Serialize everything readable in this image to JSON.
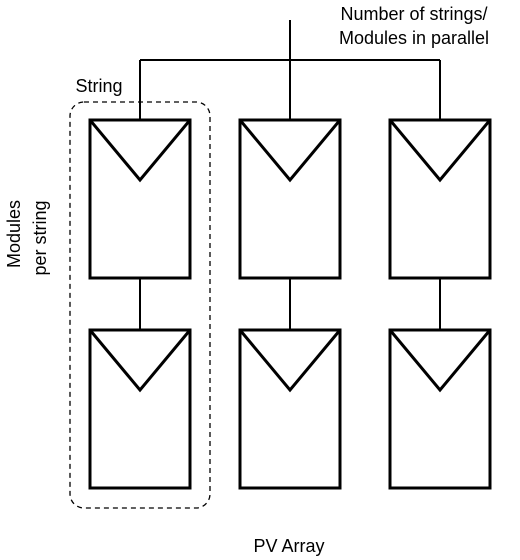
{
  "labels": {
    "parallel_line1": "Number of strings/",
    "parallel_line2": "Modules in parallel",
    "string": "String",
    "per_string_line1": "Modules",
    "per_string_line2": "per string",
    "array": "PV Array"
  },
  "array": {
    "strings": 3,
    "modules_per_string": 2
  },
  "colors": {
    "stroke": "#000000",
    "background": "#ffffff"
  }
}
